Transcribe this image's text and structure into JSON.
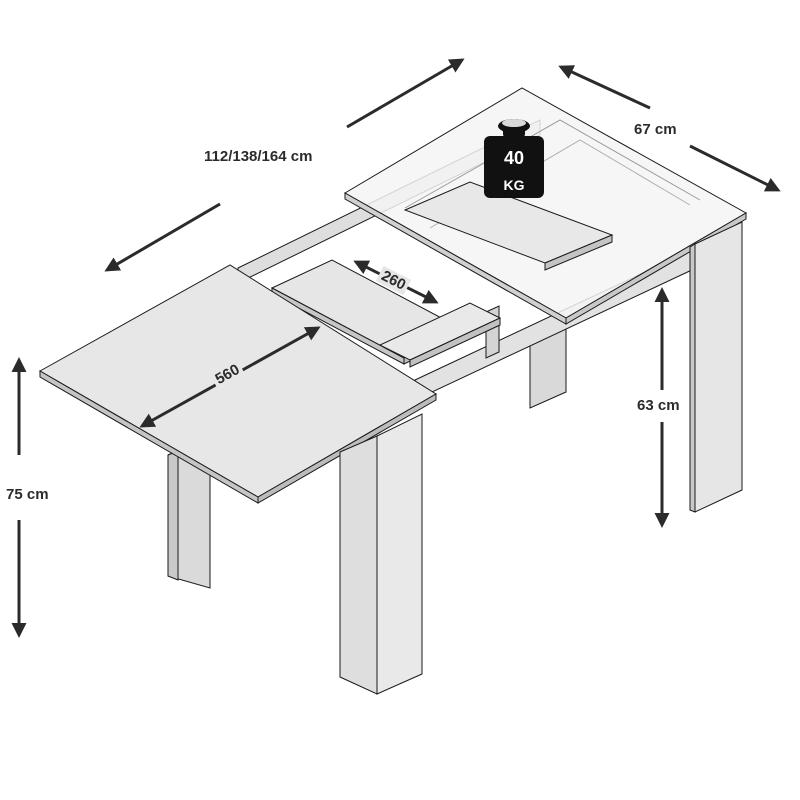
{
  "dimensions": {
    "length_label": "112/138/164 cm",
    "depth_label": "67 cm",
    "height_label": "75 cm",
    "clearance_label": "63 cm"
  },
  "extension_panels": {
    "large_panel_label": "560",
    "small_panel_label": "260"
  },
  "weight": {
    "value": "40",
    "unit": "KG"
  },
  "colors": {
    "wood": "#e4e4e4",
    "wood_light": "#eeeeee",
    "wood_dark": "#b9b9b9",
    "outline": "#1a1a1a",
    "arrow": "#2b2b2b",
    "glass": "#f3f3f3",
    "weight_fill": "#111111"
  }
}
